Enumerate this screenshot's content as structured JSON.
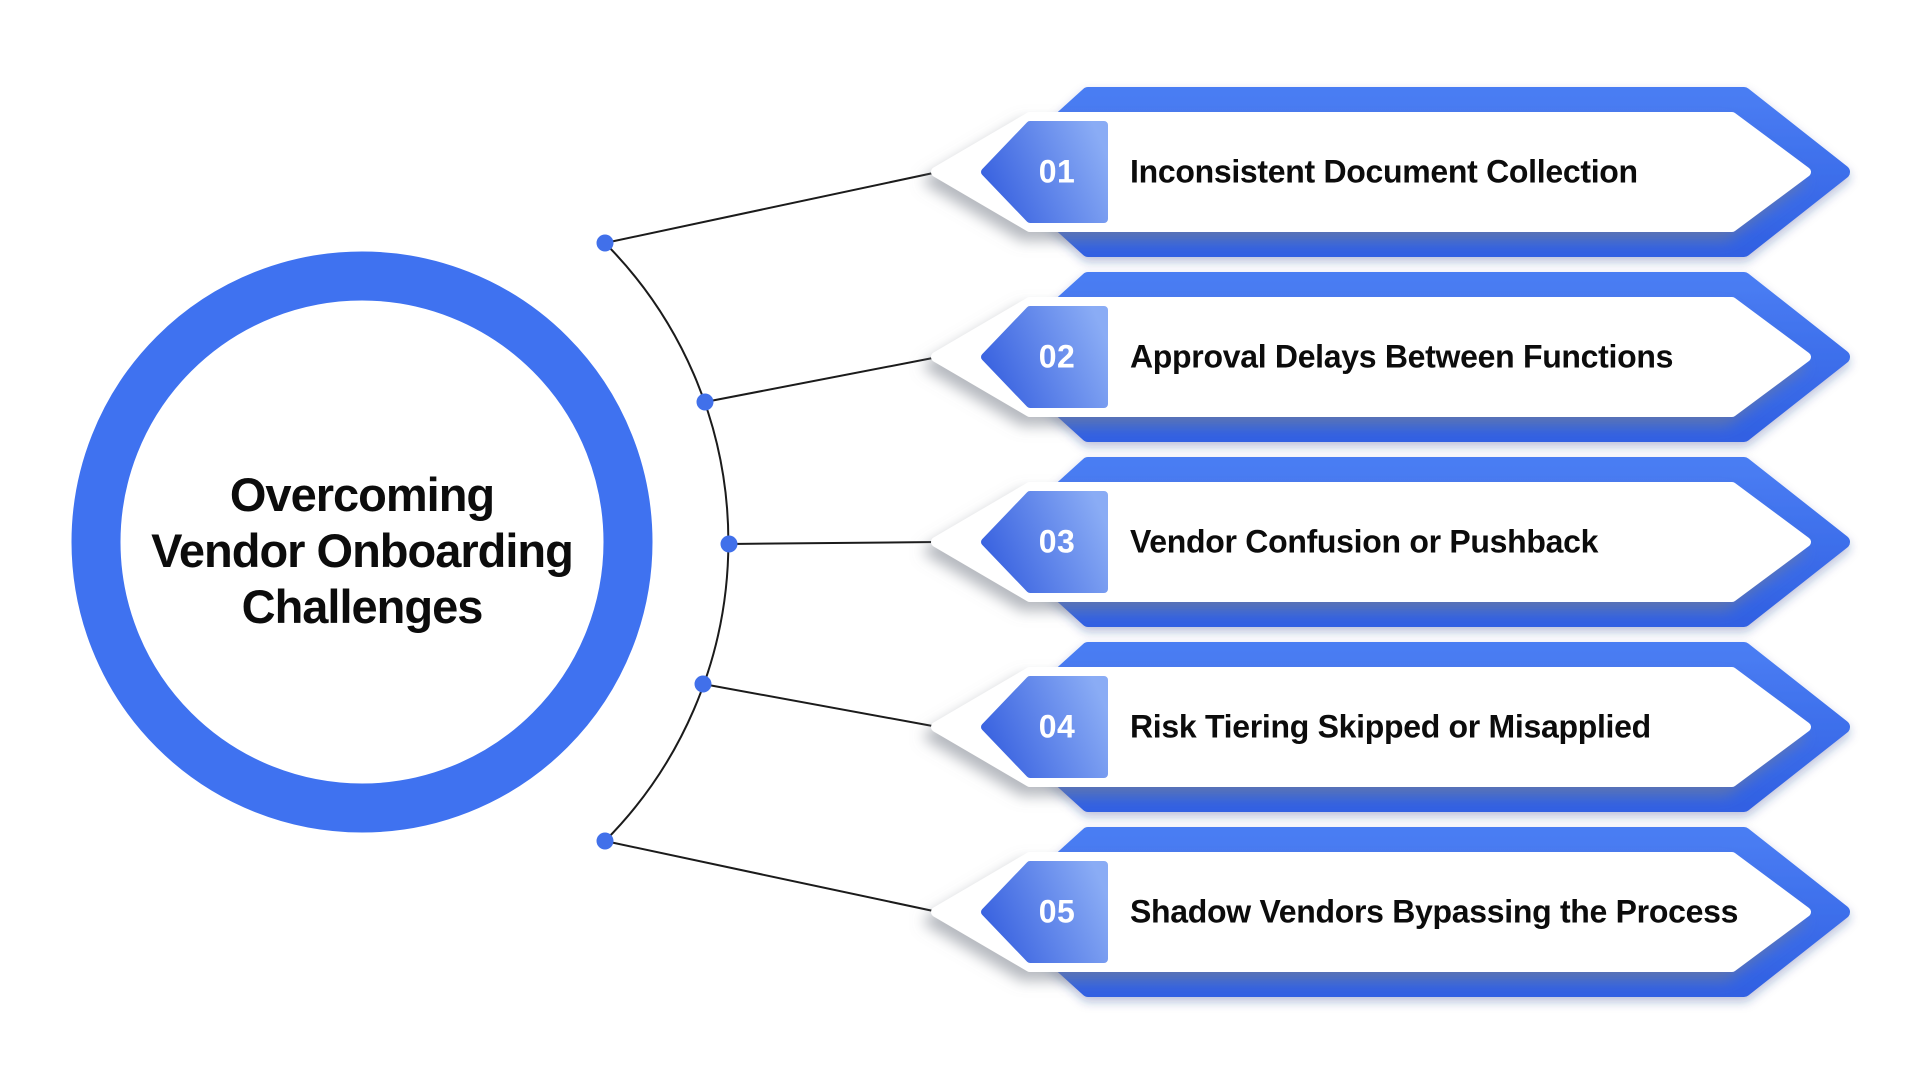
{
  "hub": {
    "title_lines": [
      "Overcoming",
      "Vendor Onboarding",
      "Challenges"
    ]
  },
  "banners": [
    {
      "number": "01",
      "label": "Inconsistent Document Collection"
    },
    {
      "number": "02",
      "label": "Approval Delays Between Functions"
    },
    {
      "number": "03",
      "label": "Vendor Confusion or Pushback"
    },
    {
      "number": "04",
      "label": "Risk Tiering Skipped or Misapplied"
    },
    {
      "number": "05",
      "label": "Shadow Vendors Bypassing the Process"
    }
  ],
  "colors": {
    "ring_blue": "#3F72F0",
    "bar_gradient_top": "#4A7DF3",
    "bar_gradient_bottom": "#3161E3",
    "badge_gradient_start": "#3A63E0",
    "badge_gradient_end": "#8AACF5",
    "dot_blue": "#4170EA",
    "line_black": "#1B1B1B",
    "text_black": "#0C0C0C",
    "banner_fill_white": "#FFFFFF"
  }
}
